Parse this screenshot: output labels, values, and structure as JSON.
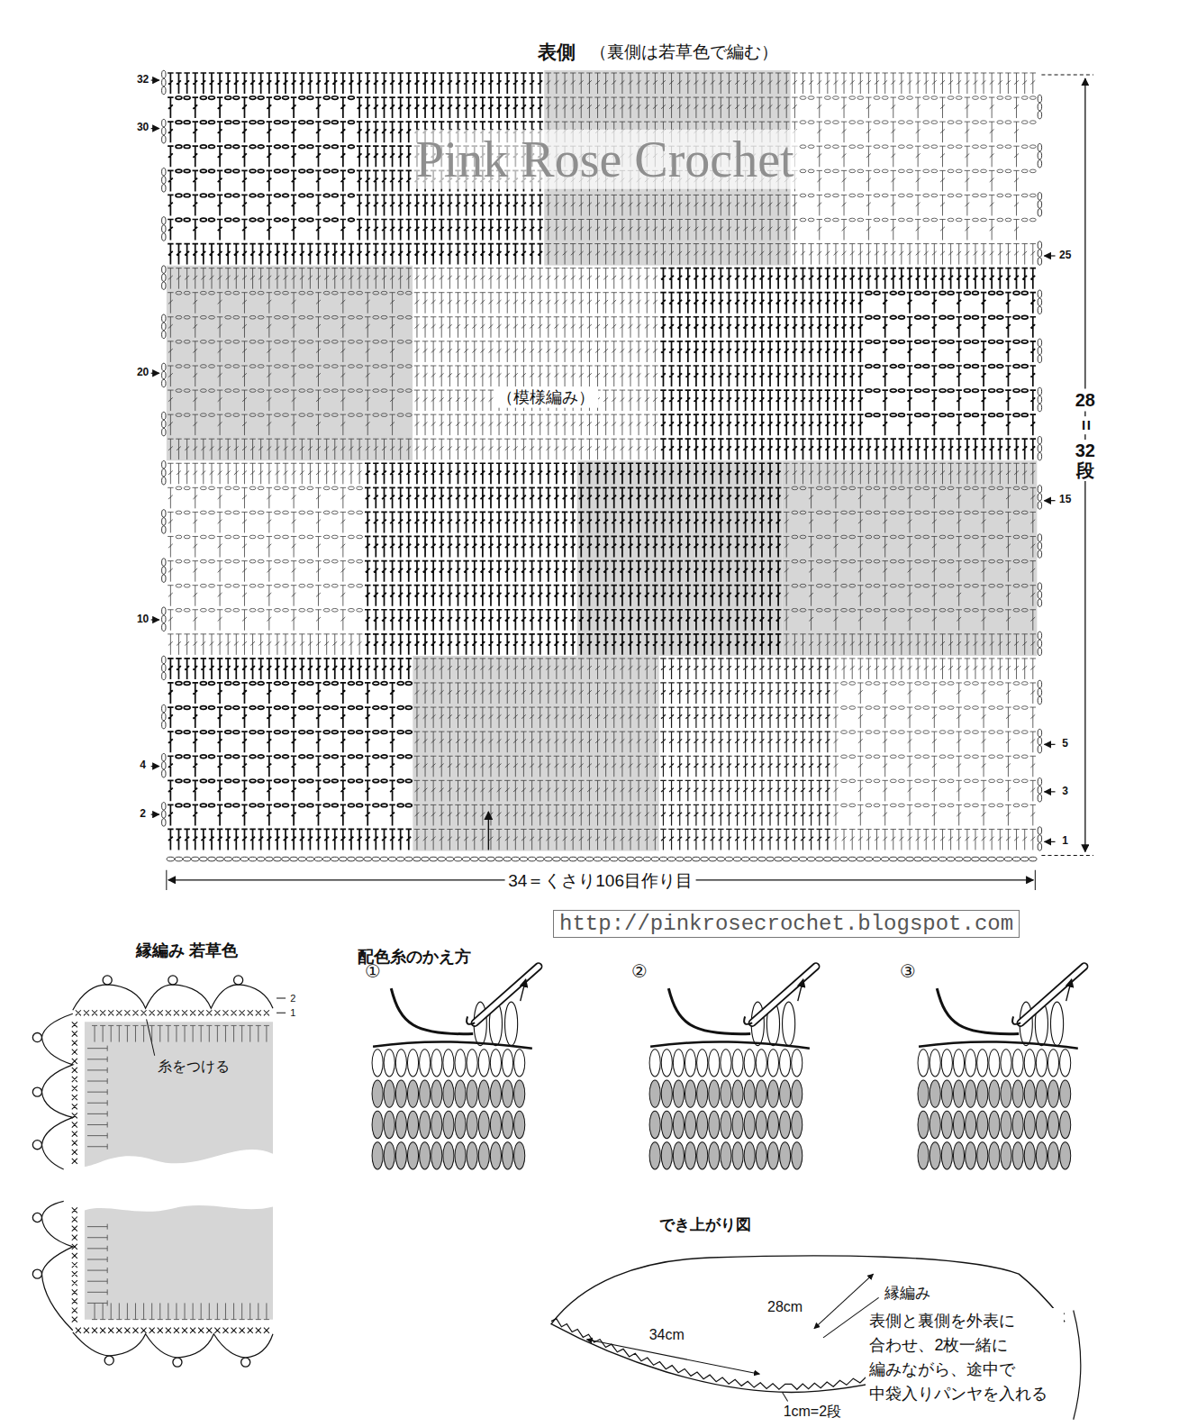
{
  "diagram": {
    "title": "表側",
    "nodes": [
      {
        "text": [
          "http://pinkrosecrochet.blogspot.com"
        ]
      }
    ],
    "labels": [
      "（裏側は若草色で編む）",
      "32",
      "30",
      "20",
      "10",
      "4",
      "2",
      "25",
      "15",
      "5",
      "3",
      "1",
      "28",
      "=",
      "32段",
      "（模様編み）",
      "34＝くさり106目作り目",
      "Pink Rose Crochet",
      "縁編み 若草色",
      "2",
      "1",
      "糸をつける",
      "配色糸のかえ方",
      "①",
      "②",
      "③",
      "でき上がり図",
      "34cm",
      "28cm",
      "縁編み",
      "表側と裏側を外表に 合わせ、2枚一緒に 編みながら、途中で 中袋入りパンヤを入れる",
      "1cm=2段"
    ]
  }
}
